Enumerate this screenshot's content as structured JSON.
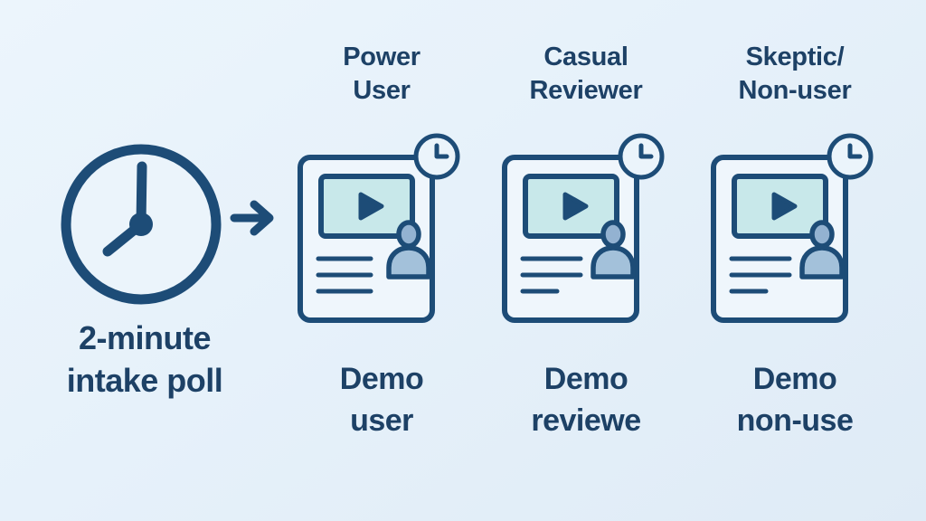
{
  "colors": {
    "background_start": "#ecf5fc",
    "background_end": "#dfebf6",
    "outline_navy": "#1d4c77",
    "text_navy": "#1d4166",
    "card_fill": "#eff6fc",
    "icon_fill": "#ebf4fb",
    "video_fill": "#c8e8ea",
    "person_head_fill": "#93b2d1",
    "person_body_fill": "#a3c1da"
  },
  "intake": {
    "label": "2-minute\nintake poll",
    "icon": "clock-icon",
    "clock_time_hands": "minute hand at 12, hour hand at ~7"
  },
  "arrow": {
    "icon": "arrow-right-icon"
  },
  "columns": [
    {
      "persona_label": "Power\nUser",
      "demo_label": "Demo\nuser",
      "card_icon": "demo-video-card-icon",
      "badge_icon": "clock-badge-icon",
      "video_icon": "play-icon",
      "person_icon": "user-icon",
      "text_line_widths": [
        58,
        58,
        58
      ]
    },
    {
      "persona_label": "Casual\nReviewer",
      "demo_label": "Demo\nreviewe",
      "card_icon": "demo-video-card-icon",
      "badge_icon": "clock-badge-icon",
      "video_icon": "play-icon",
      "person_icon": "user-icon",
      "text_line_widths": [
        64,
        64,
        38
      ]
    },
    {
      "persona_label": "Skeptic/\nNon-user",
      "demo_label": "Demo\nnon-use",
      "card_icon": "demo-video-card-icon",
      "badge_icon": "clock-badge-icon",
      "video_icon": "play-icon",
      "person_icon": "user-icon",
      "text_line_widths": [
        64,
        64,
        38
      ]
    }
  ]
}
